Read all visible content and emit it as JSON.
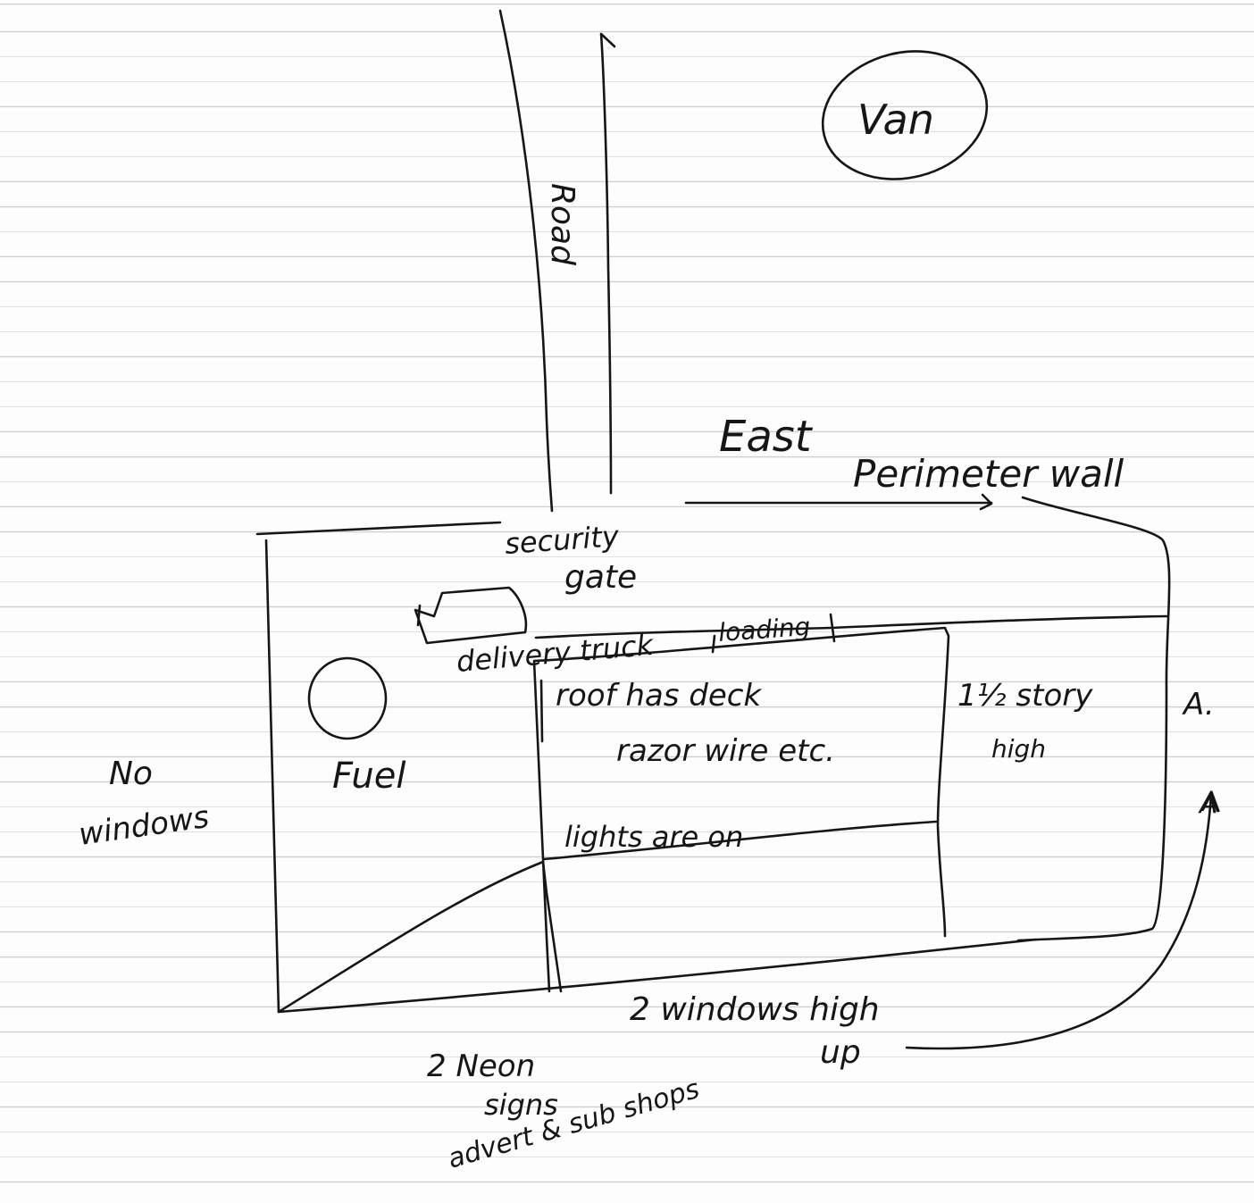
{
  "labels": {
    "road": "Road",
    "van": "Van",
    "east": "East",
    "perimeter_wall": "Perimeter wall",
    "security_gate_1": "security",
    "security_gate_2": "gate",
    "delivery_truck": "delivery truck",
    "loading": "loading",
    "roof_has_deck": "roof has deck",
    "razor_wire": "razor wire etc.",
    "story_high_1": "1½ story",
    "story_high_2": "high",
    "fuel": "Fuel",
    "no_windows_1": "No",
    "no_windows_2": "windows",
    "lights_are_on": "lights are on",
    "two_windows_high_up_1": "2 windows high",
    "two_windows_high_up_2": "up",
    "neon_signs_1": "2 Neon",
    "neon_signs_2": "signs",
    "neon_signs_3": "advert & sub shops",
    "mark_upper": "A.",
    "mark_lower": "A"
  },
  "colors": {
    "ink": "#161616",
    "rule": "#cfcfcf",
    "paper": "#fdfdfd"
  }
}
